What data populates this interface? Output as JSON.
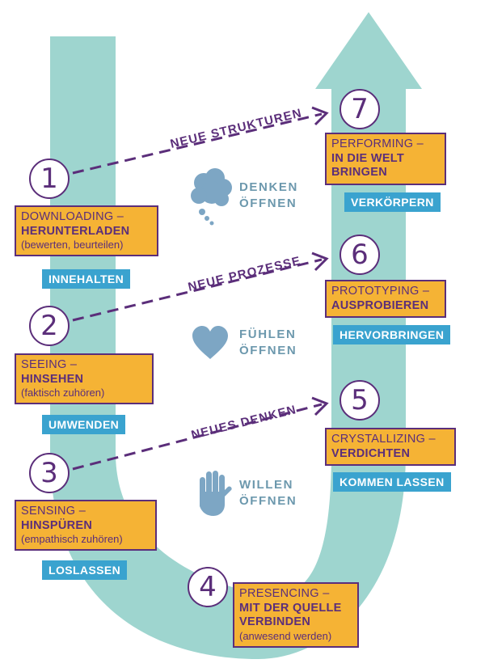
{
  "colors": {
    "u_shape": "#9ed5cf",
    "accent": "#5b2e7a",
    "box": "#f5b335",
    "tag": "#3aa3cf",
    "center_text": "#6c98ad",
    "center_icon": "#7da6c4"
  },
  "arrows": [
    {
      "label": "NEUE STRUKTUREN"
    },
    {
      "label": "NEUE PROZESSE"
    },
    {
      "label": "NEUES DENKEN"
    }
  ],
  "steps": [
    {
      "number": "1",
      "title": "DOWNLOADING –",
      "bold": "HERUNTERLADEN",
      "sub": "(bewerten, beurteilen)",
      "tag": "INNEHALTEN"
    },
    {
      "number": "2",
      "title": "SEEING –",
      "bold": "HINSEHEN",
      "sub": "(faktisch zuhören)",
      "tag": "UMWENDEN"
    },
    {
      "number": "3",
      "title": "SENSING –",
      "bold": "HINSPÜREN",
      "sub": "(empathisch zuhören)",
      "tag": "LOSLASSEN"
    },
    {
      "number": "4",
      "title": "PRESENCING –",
      "bold": "MIT DER QUELLE",
      "bold2": "VERBINDEN",
      "sub": "(anwesend werden)"
    },
    {
      "number": "5",
      "title": "CRYSTALLIZING –",
      "bold": "VERDICHTEN",
      "tag": "KOMMEN LASSEN"
    },
    {
      "number": "6",
      "title": "PROTOTYPING –",
      "bold": "AUSPROBIEREN",
      "tag": "HERVORBRINGEN"
    },
    {
      "number": "7",
      "title": "PERFORMING –",
      "bold": "IN DIE WELT",
      "bold2": "BRINGEN",
      "tag": "VERKÖRPERN"
    }
  ],
  "center": [
    {
      "icon": "cloud-icon",
      "line1": "DENKEN",
      "line2": "ÖFFNEN"
    },
    {
      "icon": "heart-icon",
      "line1": "FÜHLEN",
      "line2": "ÖFFNEN"
    },
    {
      "icon": "hand-icon",
      "line1": "WILLEN",
      "line2": "ÖFFNEN"
    }
  ]
}
